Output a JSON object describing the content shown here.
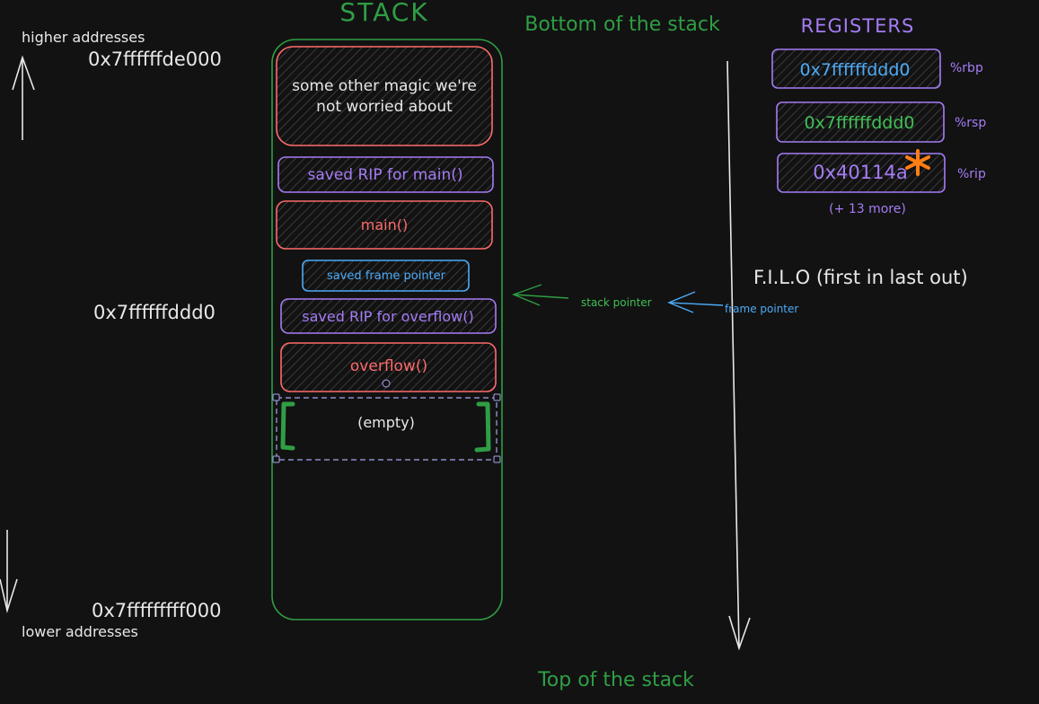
{
  "colors": {
    "background": "#121212",
    "white": "#e8e8e8",
    "green": "#2f9e44",
    "green_text": "#40c057",
    "red": "#ff6b6b",
    "purple": "#a57cf5",
    "blue": "#4dabf7",
    "orange": "#fd7e14"
  },
  "stack": {
    "title": "STACK",
    "bottom_label": "Bottom of the stack",
    "top_label": "Top of the stack",
    "frames": {
      "magic_line1": "some other magic we're",
      "magic_line2": "not worried about",
      "saved_rip_main": "saved RIP for main()",
      "main": "main()",
      "saved_frame_pointer": "saved frame pointer",
      "saved_rip_overflow": "saved RIP for overflow()",
      "overflow": "overflow()",
      "empty": "(empty)"
    }
  },
  "addresses": {
    "higher_label": "higher addresses",
    "lower_label": "lower addresses",
    "top_address": "0x7ffffffde000",
    "frame_address": "0x7ffffffddd0",
    "bottom_address": "0x7fffffffff000"
  },
  "registers": {
    "title": "REGISTERS",
    "rbp_value": "0x7ffffffddd0",
    "rbp_name": "%rbp",
    "rsp_value": "0x7ffffffddd0",
    "rsp_name": "%rsp",
    "rip_value": "0x40114a",
    "rip_name": "%rip",
    "more": "(+ 13 more)"
  },
  "pointers": {
    "stack_pointer": "stack pointer",
    "frame_pointer": "frame pointer"
  },
  "filo": "F.I.L.O (first in last out)"
}
